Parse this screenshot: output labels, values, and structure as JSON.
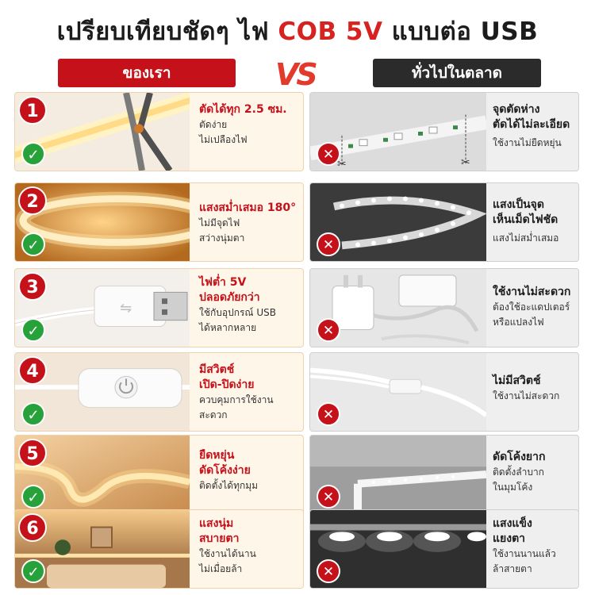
{
  "title": {
    "part1": "เปรียบเทียบชัดๆ ไฟ",
    "highlight": "COB 5V",
    "part2": "แบบต่อ USB"
  },
  "tabs": {
    "ours": "ของเรา",
    "theirs": "ทั่วไปในตลาด",
    "vs": "VS"
  },
  "rows": [
    {
      "num": "1",
      "ours": {
        "head1": "ตัดได้ทุก 2.5 ซม.",
        "head2": "",
        "sub1": "ตัดง่าย",
        "sub2": "ไม่เปลืองไฟ"
      },
      "theirs": {
        "head1": "จุดตัดห่าง",
        "head2": "ตัดได้ไม่ละเอียด",
        "sub1": "ใช้งานไม่ยืดหยุ่น",
        "sub2": ""
      }
    },
    {
      "num": "2",
      "ours": {
        "head1": "แสงสม่ำเสมอ 180°",
        "head2": "",
        "sub1": "ไม่มีจุดไฟ",
        "sub2": "สว่างนุ่มตา"
      },
      "theirs": {
        "head1": "แสงเป็นจุด",
        "head2": "เห็นเม็ดไฟชัด",
        "sub1": "แสงไม่สม่ำเสมอ",
        "sub2": ""
      }
    },
    {
      "num": "3",
      "ours": {
        "head1": "ไฟต่ำ 5V",
        "head2": "ปลอดภัยกว่า",
        "sub1": "ใช้กับอุปกรณ์ USB",
        "sub2": "ได้หลากหลาย"
      },
      "theirs": {
        "head1": "ใช้งานไม่สะดวก",
        "head2": "",
        "sub1": "ต้องใช้อะแดปเตอร์",
        "sub2": "หรือแปลงไฟ"
      }
    },
    {
      "num": "4",
      "ours": {
        "head1": "มีสวิตช์",
        "head2": "เปิด-ปิดง่าย",
        "sub1": "ควบคุมการใช้งาน",
        "sub2": "สะดวก"
      },
      "theirs": {
        "head1": "ไม่มีสวิตช์",
        "head2": "",
        "sub1": "ใช้งานไม่สะดวก",
        "sub2": ""
      }
    },
    {
      "num": "5",
      "ours": {
        "head1": "ยืดหยุ่น",
        "head2": "ดัดโค้งง่าย",
        "sub1": "ติดตั้งได้ทุกมุม",
        "sub2": ""
      },
      "theirs": {
        "head1": "ดัดโค้งยาก",
        "head2": "",
        "sub1": "ติดตั้งลำบาก",
        "sub2": "ในมุมโค้ง"
      }
    },
    {
      "num": "6",
      "ours": {
        "head1": "แสงนุ่ม",
        "head2": "สบายตา",
        "sub1": "ใช้งานได้นาน",
        "sub2": "ไม่เมื่อยล้า"
      },
      "theirs": {
        "head1": "แสงแข็ง",
        "head2": "แยงตา",
        "sub1": "ใช้งานนานแล้ว",
        "sub2": "ล้าสายตา"
      }
    }
  ],
  "icons": {
    "good": "check-icon",
    "bad": "cross-icon",
    "cut": "scissors-icon"
  },
  "colors": {
    "accent_red": "#c5111a",
    "dark": "#2b2b2b",
    "good_green": "#27a23b",
    "warm_glow": "#ffc873"
  }
}
